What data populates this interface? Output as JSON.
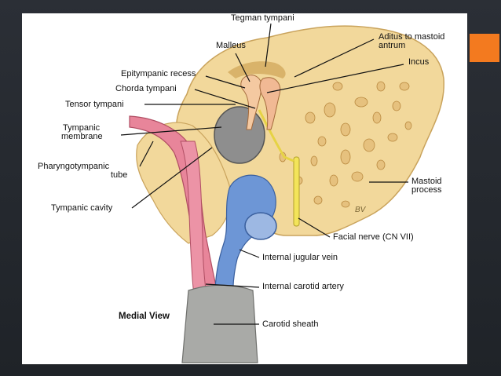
{
  "labels": {
    "tegman": "Tegman tympani",
    "aditus_1": "Aditus to mastoid",
    "aditus_2": "antrum",
    "malleus": "Malleus",
    "incus": "Incus",
    "epitympanic": "Epitympanic recess",
    "chorda": "Chorda tympani",
    "tensor": "Tensor tympani",
    "tympanic_membrane_1": "Tympanic",
    "tympanic_membrane_2": "membrane",
    "pharyngo_1": "Pharyngotympanic",
    "pharyngo_2": "tube",
    "tympanic_cavity": "Tympanic cavity",
    "mastoid_1": "Mastoid",
    "mastoid_2": "process",
    "facial_nerve": "Facial nerve (CN VII)",
    "ijv": "Internal jugular vein",
    "ica": "Internal carotid artery",
    "carotid_sheath": "Carotid sheath",
    "view_title": "Medial View",
    "signature": "BV"
  },
  "colors": {
    "accent": "#f37a1f",
    "bone": "#f2d89b",
    "bone_dark": "#d9b36a",
    "artery": "#e8859a",
    "vein": "#6d96d6",
    "sheath": "#a9aaa7",
    "membrane": "#8e8e8e",
    "nerve": "#f3e45a",
    "ossicle": "#f4c9a1"
  }
}
